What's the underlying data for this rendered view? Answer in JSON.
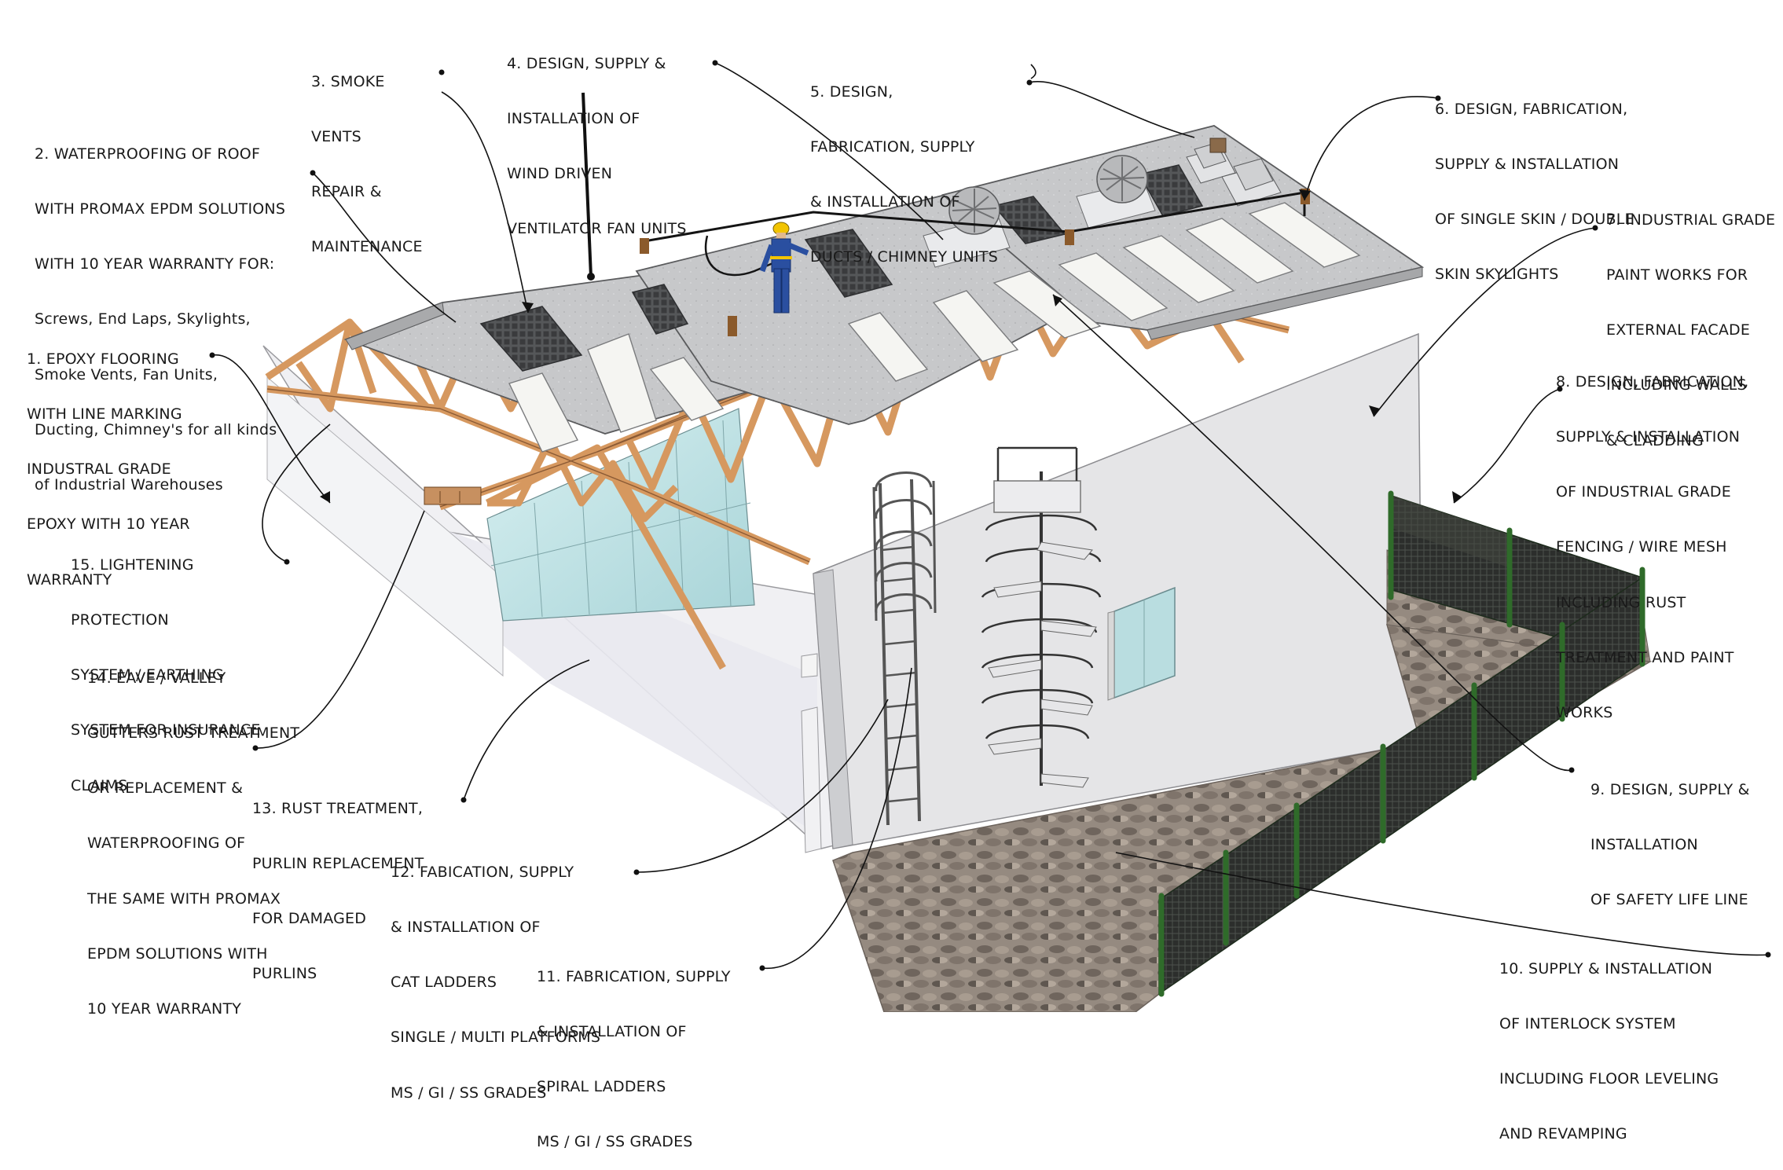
{
  "labels": [
    {
      "id": "label-1",
      "lines": [
        "1. EPOXY FLOORING",
        "WITH LINE MARKING",
        "INDUSTRAL GRADE",
        "EPOXY WITH 10 YEAR",
        "WARRANTY"
      ]
    },
    {
      "id": "label-2",
      "lines": [
        "2. WATERPROOFING OF ROOF",
        "WITH PROMAX EPDM SOLUTIONS",
        "WITH 10 YEAR WARRANTY FOR:",
        "Screws, End Laps, Skylights,",
        "Smoke Vents, Fan Units,",
        "Ducting, Chimney's for all kinds",
        "of Industrial Warehouses"
      ]
    },
    {
      "id": "label-3",
      "lines": [
        "3. SMOKE",
        "VENTS",
        "REPAIR &",
        "MAINTENANCE"
      ]
    },
    {
      "id": "label-4",
      "lines": [
        "4. DESIGN, SUPPLY &",
        "INSTALLATION OF",
        "WIND DRIVEN",
        "VENTILATOR FAN UNITS"
      ]
    },
    {
      "id": "label-5",
      "lines": [
        "5. DESIGN,",
        "FABRICATION, SUPPLY",
        "& INSTALLATION OF",
        "DUCTS / CHIMNEY UNITS"
      ]
    },
    {
      "id": "label-6",
      "lines": [
        "6. DESIGN, FABRICATION,",
        "SUPPLY & INSTALLATION",
        "OF SINGLE SKIN / DOUBLE",
        "SKIN SKYLIGHTS"
      ]
    },
    {
      "id": "label-7",
      "lines": [
        "7. INDUSTRIAL GRADE",
        "PAINT WORKS FOR",
        "EXTERNAL FACADE",
        "INCLUDING WALLS",
        "& CLADDING"
      ]
    },
    {
      "id": "label-8",
      "lines": [
        "8. DESIGN, FABRICATION,",
        "SUPPLY & INSTALLATION",
        "OF INDUSTRIAL GRADE",
        "FENCING / WIRE MESH",
        "INCLUDING RUST",
        "TREATMENT AND PAINT",
        "WORKS"
      ]
    },
    {
      "id": "label-9",
      "lines": [
        "9. DESIGN, SUPPLY &",
        "INSTALLATION",
        "OF SAFETY LIFE LINE"
      ]
    },
    {
      "id": "label-10",
      "lines": [
        "10. SUPPLY & INSTALLATION",
        "OF INTERLOCK SYSTEM",
        "INCLUDING FLOOR LEVELING",
        "AND REVAMPING"
      ]
    },
    {
      "id": "label-11",
      "lines": [
        "11. FABRICATION, SUPPLY",
        "& INSTALLATION OF",
        "SPIRAL LADDERS",
        "MS / GI / SS GRADES"
      ]
    },
    {
      "id": "label-12",
      "lines": [
        "12. FABICATION, SUPPLY",
        "& INSTALLATION OF",
        "CAT LADDERS",
        "SINGLE / MULTI PLATFORMS",
        "MS / GI / SS GRADES"
      ]
    },
    {
      "id": "label-13",
      "lines": [
        "13. RUST TREATMENT,",
        "PURLIN REPLACEMENT",
        "FOR DAMAGED",
        "PURLINS"
      ]
    },
    {
      "id": "label-14",
      "lines": [
        "14. EAVE / VALLEY",
        "GUTTERS RUST TREATMENT",
        "OR REPLACEMENT &",
        "WATERPROOFING OF",
        "THE SAME WITH PROMAX",
        "EPDM SOLUTIONS WITH",
        "10 YEAR WARRANTY"
      ]
    },
    {
      "id": "label-15",
      "lines": [
        "15. LIGHTENING",
        "PROTECTION",
        "SYSTEM / EARTHING",
        "SYSTEM FOR INSURANCE",
        "CLAIMS"
      ]
    }
  ],
  "colors": {
    "roof": "#c9cacb",
    "roof_edge": "#6d6e70",
    "truss": "#d9a273",
    "truss_edge": "#8a5a35",
    "wall": "#e4e4e6",
    "wall_shadow": "#cfd0d3",
    "glass": "#bfe3e6",
    "skylight": "#f4f4f2",
    "paving": "#8d8178",
    "fence": "#2f5a2a",
    "fence_mesh": "#3b3d3b",
    "worker": "#2a4fa0",
    "helmet": "#f2c400",
    "leader": "#111111"
  }
}
